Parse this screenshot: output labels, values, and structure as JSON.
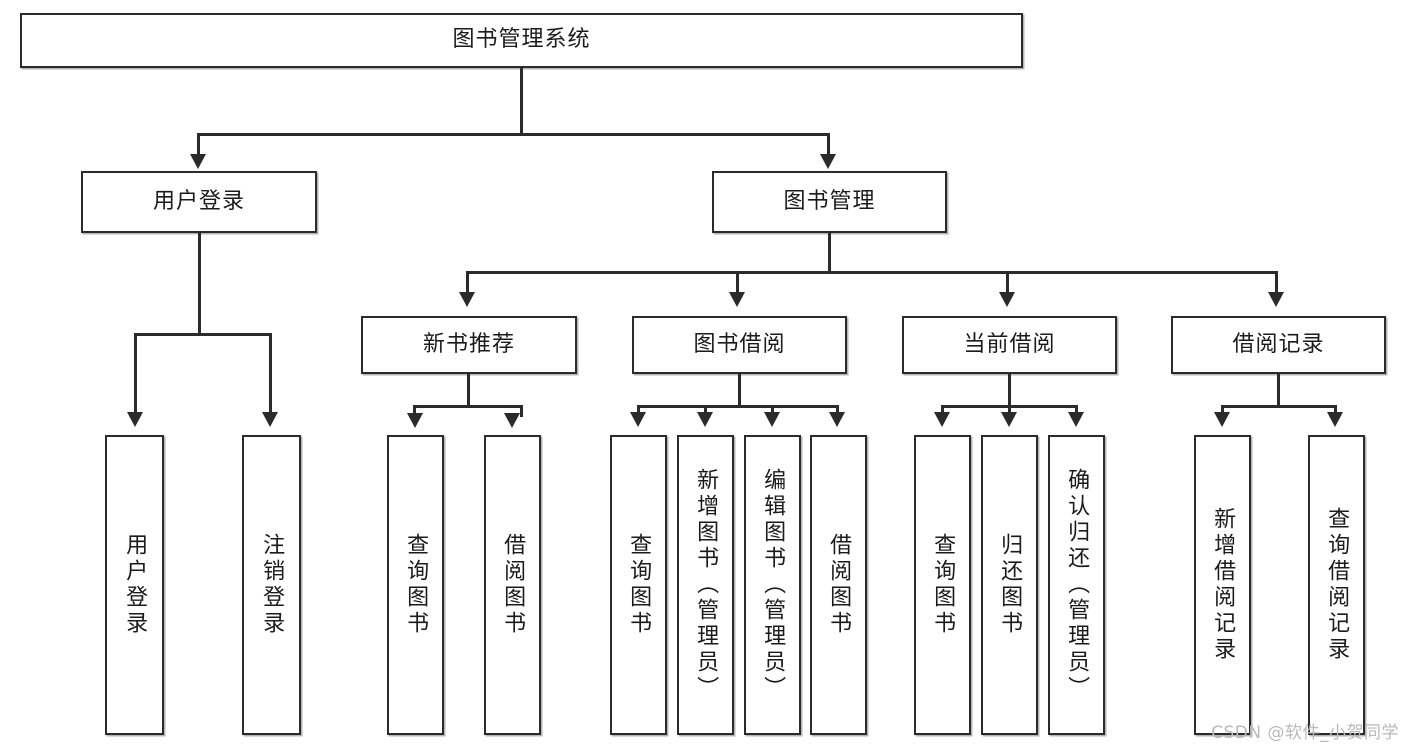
{
  "diagram": {
    "type": "tree-hierarchy",
    "root": {
      "label": "图书管理系统"
    },
    "level1": [
      {
        "label": "用户登录"
      },
      {
        "label": "图书管理"
      }
    ],
    "level2": [
      {
        "label": "新书推荐"
      },
      {
        "label": "图书借阅"
      },
      {
        "label": "当前借阅"
      },
      {
        "label": "借阅记录"
      }
    ],
    "leaves": {
      "user_login": [
        {
          "label": "用户登录"
        },
        {
          "label": "注销登录"
        }
      ],
      "new_book": [
        {
          "label": "查询图书"
        },
        {
          "label": "借阅图书"
        }
      ],
      "borrow_book": [
        {
          "label": "查询图书"
        },
        {
          "label": "新增图书（管理员）"
        },
        {
          "label": "编辑图书（管理员）"
        },
        {
          "label": "借阅图书"
        }
      ],
      "current_borrow": [
        {
          "label": "查询图书"
        },
        {
          "label": "归还图书"
        },
        {
          "label": "确认归还（管理员）"
        }
      ],
      "borrow_record": [
        {
          "label": "新增借阅记录"
        },
        {
          "label": "查询借阅记录"
        }
      ]
    }
  },
  "watermark": {
    "text": "CSDN @软件_小贺同学"
  },
  "colors": {
    "box_border": "#2b2b2b",
    "box_fill": "#ffffff",
    "connector": "#2b2b2b",
    "text": "#1b1b1b",
    "watermark": "#b9b9b9"
  }
}
